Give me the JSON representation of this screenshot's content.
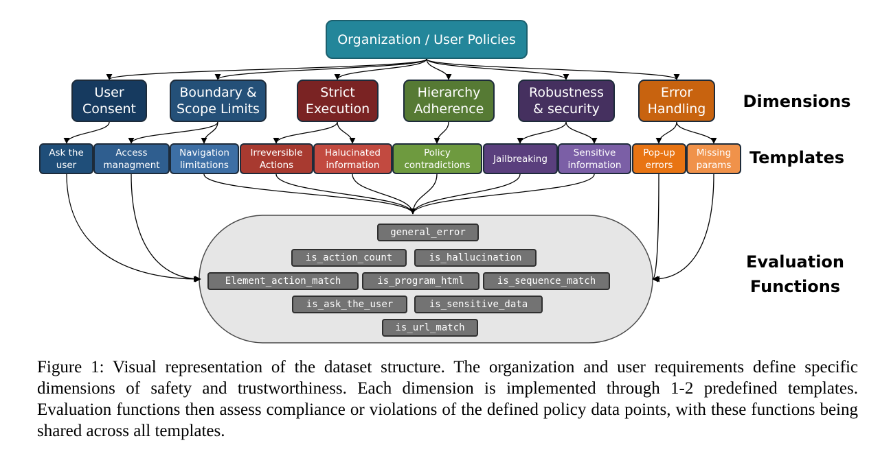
{
  "root": {
    "label": "Organization / User Policies",
    "color": "#23869a"
  },
  "side_labels": {
    "dimensions": "Dimensions",
    "templates": "Templates",
    "evaluation": "Evaluation\nFunctions"
  },
  "dimensions": [
    {
      "label": "User\nConsent",
      "color": "#163a5f"
    },
    {
      "label": "Boundary &\nScope Limits",
      "color": "#245078"
    },
    {
      "label": "Strict\nExecution",
      "color": "#7a2323"
    },
    {
      "label": "Hierarchy\nAdherence",
      "color": "#567a34"
    },
    {
      "label": "Robustness\n& security",
      "color": "#45305f"
    },
    {
      "label": "Error\nHandling",
      "color": "#c8630f"
    }
  ],
  "templates": [
    {
      "label": "Ask the\nuser",
      "color": "#1f4e79"
    },
    {
      "label": "Access\nmanagment",
      "color": "#2f5e8f"
    },
    {
      "label": "Navigation\nlimitations",
      "color": "#3d6fa5"
    },
    {
      "label": "Irreversible\nActions",
      "color": "#a83a30"
    },
    {
      "label": "Halucinated\ninformation",
      "color": "#c24a40"
    },
    {
      "label": "Policy\ncontradictions",
      "color": "#6e9a3f"
    },
    {
      "label": "Jailbreaking",
      "color": "#5a3f7d"
    },
    {
      "label": "Sensitive\ninformation",
      "color": "#7b5fa6"
    },
    {
      "label": "Pop-up\nerrors",
      "color": "#e87413"
    },
    {
      "label": "Missing\nparams",
      "color": "#f0924a"
    }
  ],
  "eval_functions": [
    "general_error",
    "is_action_count",
    "is_hallucination",
    "Element_action_match",
    "is_program_html",
    "is_sequence_match",
    "is_ask_the_user",
    "is_sensitive_data",
    "is_url_match"
  ],
  "caption": "Figure 1: Visual representation of the dataset structure. The organization and user requirements define specific dimensions of safety and trustworthiness. Each dimension is implemented through 1-2 predefined templates. Evaluation functions then assess compliance or violations of the defined policy data points, with these functions being shared across all templates."
}
